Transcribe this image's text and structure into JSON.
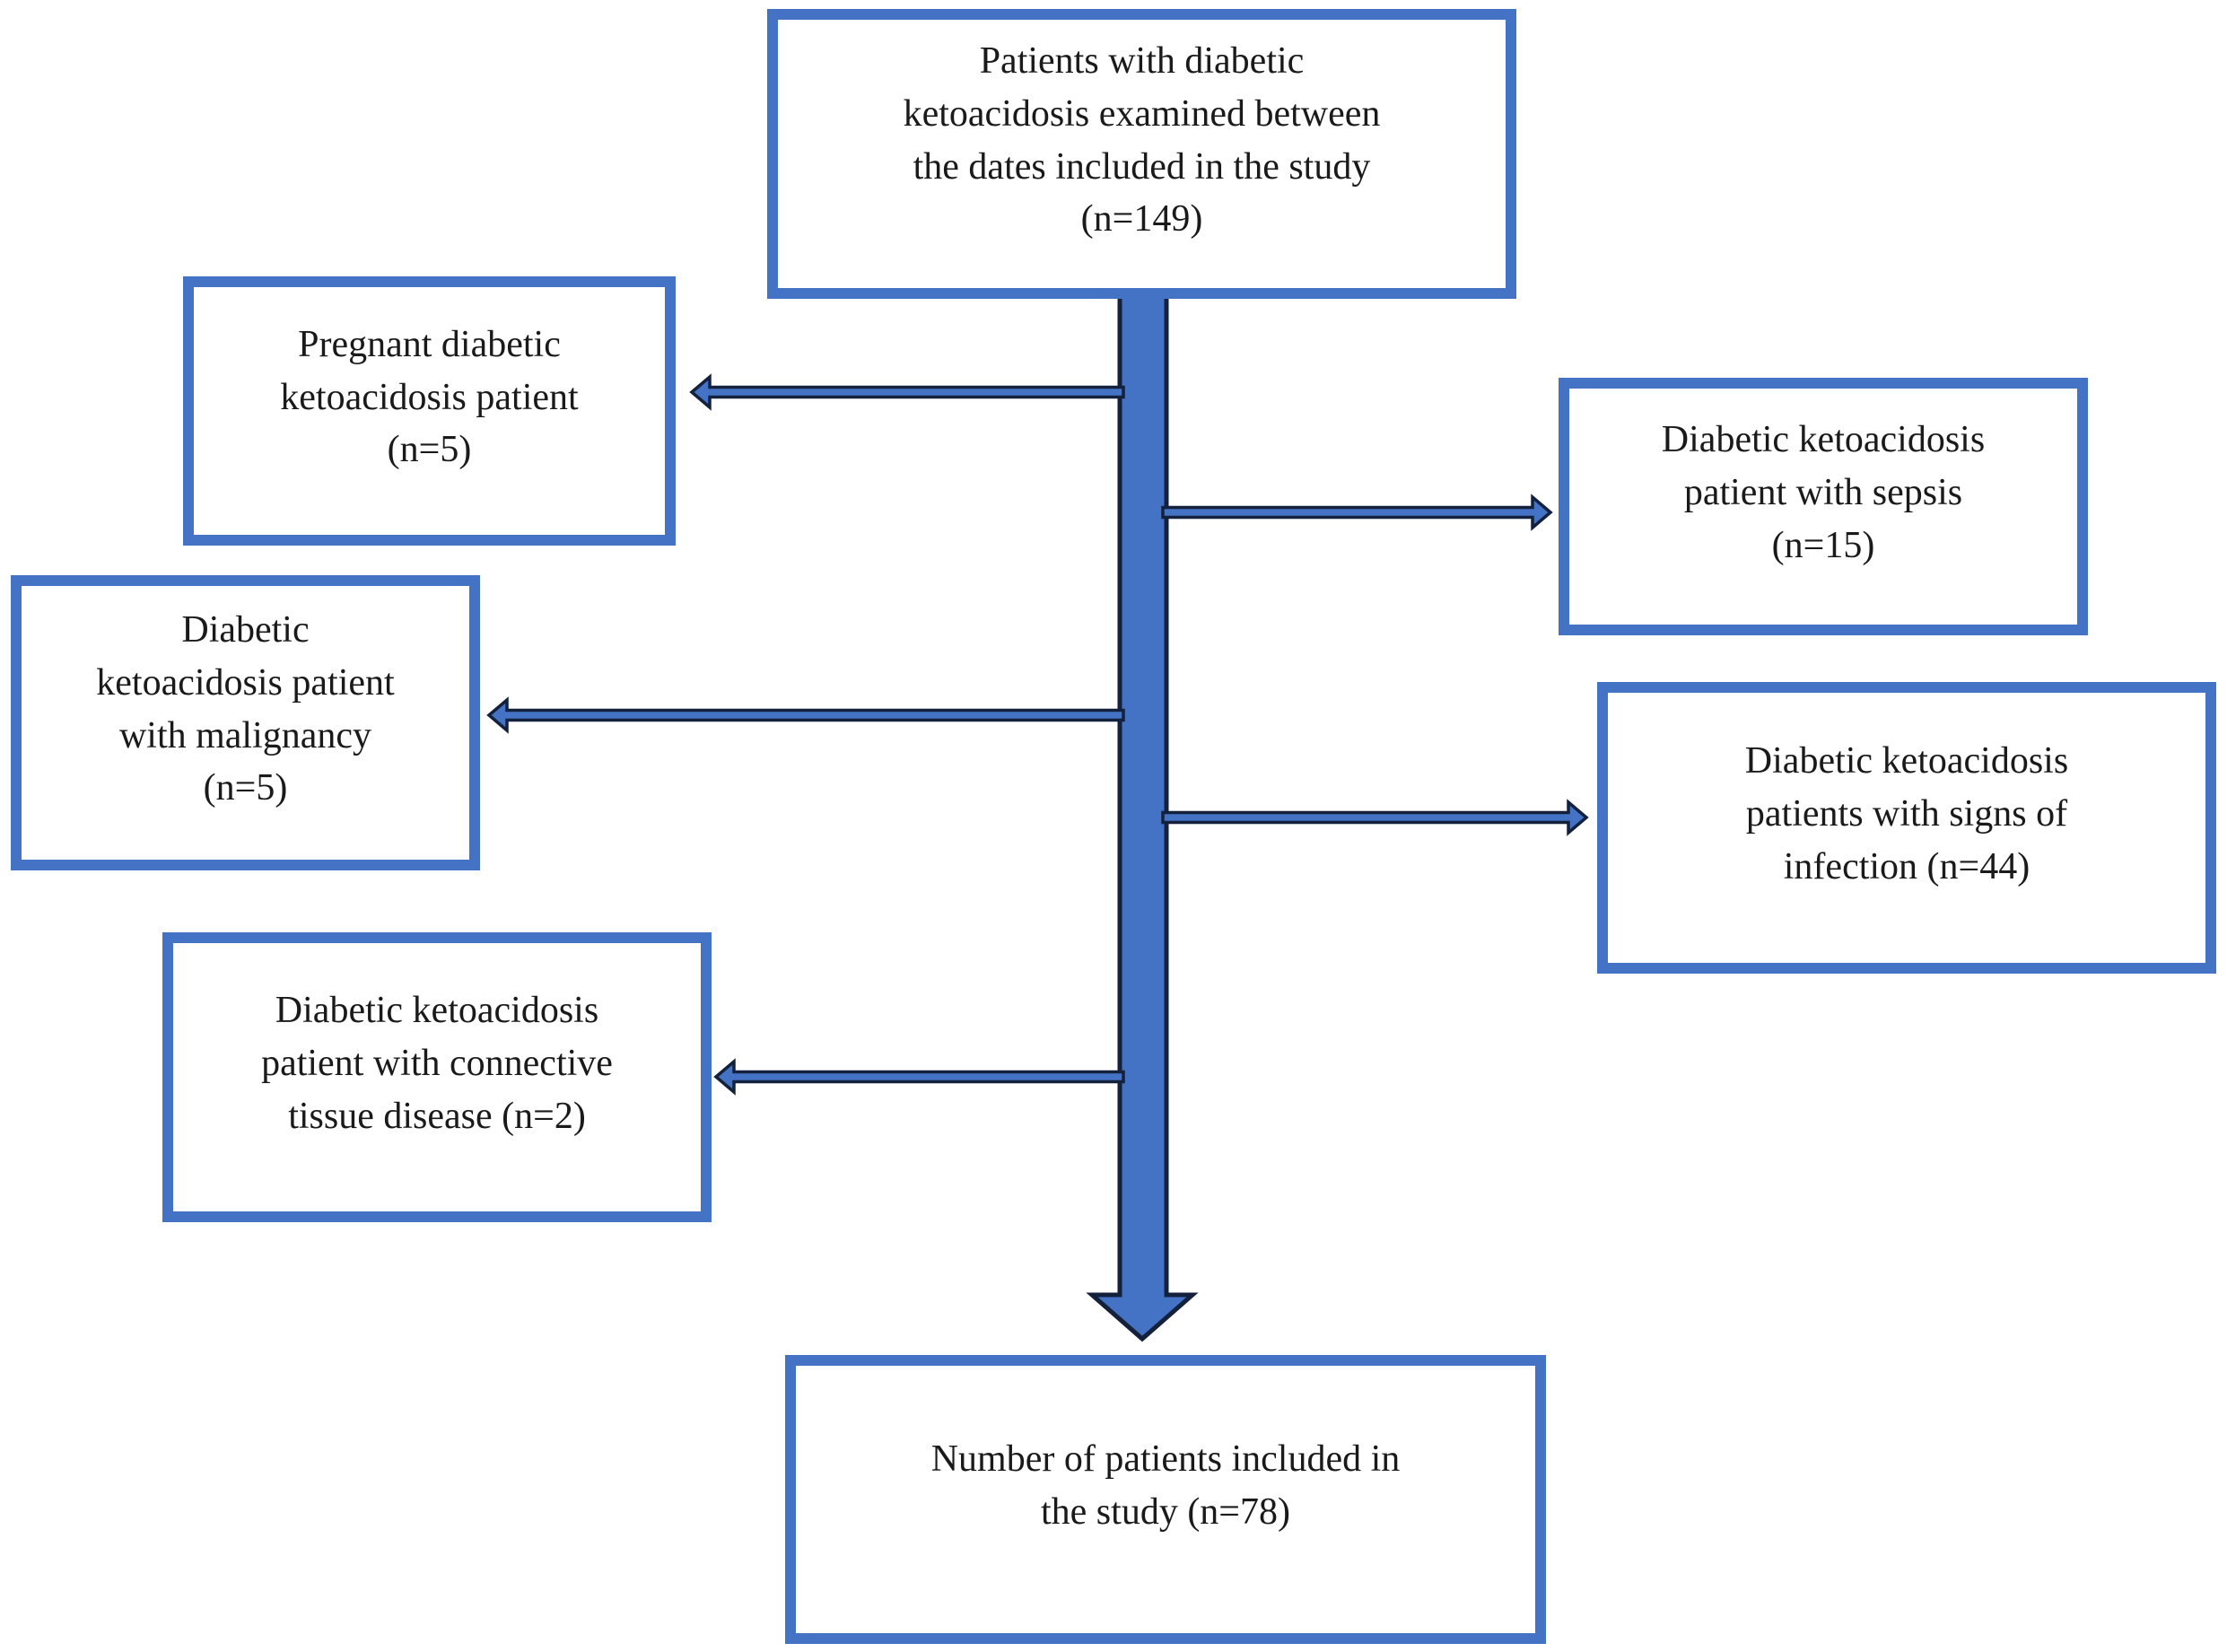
{
  "colors": {
    "background": "#FFFFFF",
    "box_border": "#4472C4",
    "arrow_fill": "#4472C4",
    "arrow_outline": "#14213C",
    "text": "#1A1A1A"
  },
  "diagram_type": "patient-flowchart",
  "nodes": {
    "source": {
      "label": "Patients with diabetic\nketoacidosis examined between\nthe dates included in the study\n(n=149)",
      "n": 149
    },
    "pregnant": {
      "label": "Pregnant diabetic\nketoacidosis patient\n(n=5)",
      "n": 5
    },
    "sepsis": {
      "label": "Diabetic ketoacidosis\npatient with sepsis\n(n=15)",
      "n": 15
    },
    "malignancy": {
      "label": "Diabetic\nketoacidosis patient\nwith malignancy\n(n=5)",
      "n": 5
    },
    "infection": {
      "label": "Diabetic ketoacidosis\npatients with signs of\ninfection (n=44)",
      "n": 44
    },
    "connective": {
      "label": "Diabetic ketoacidosis\npatient with connective\ntissue disease (n=2)",
      "n": 2
    },
    "included": {
      "label": "Number of patients included in\nthe study (n=78)",
      "n": 78
    }
  },
  "edges": [
    {
      "from": "source",
      "to": "included",
      "direction": "down"
    },
    {
      "from": "source",
      "to": "pregnant",
      "direction": "left"
    },
    {
      "from": "source",
      "to": "sepsis",
      "direction": "right"
    },
    {
      "from": "source",
      "to": "malignancy",
      "direction": "left"
    },
    {
      "from": "source",
      "to": "infection",
      "direction": "right"
    },
    {
      "from": "source",
      "to": "connective",
      "direction": "left"
    }
  ]
}
